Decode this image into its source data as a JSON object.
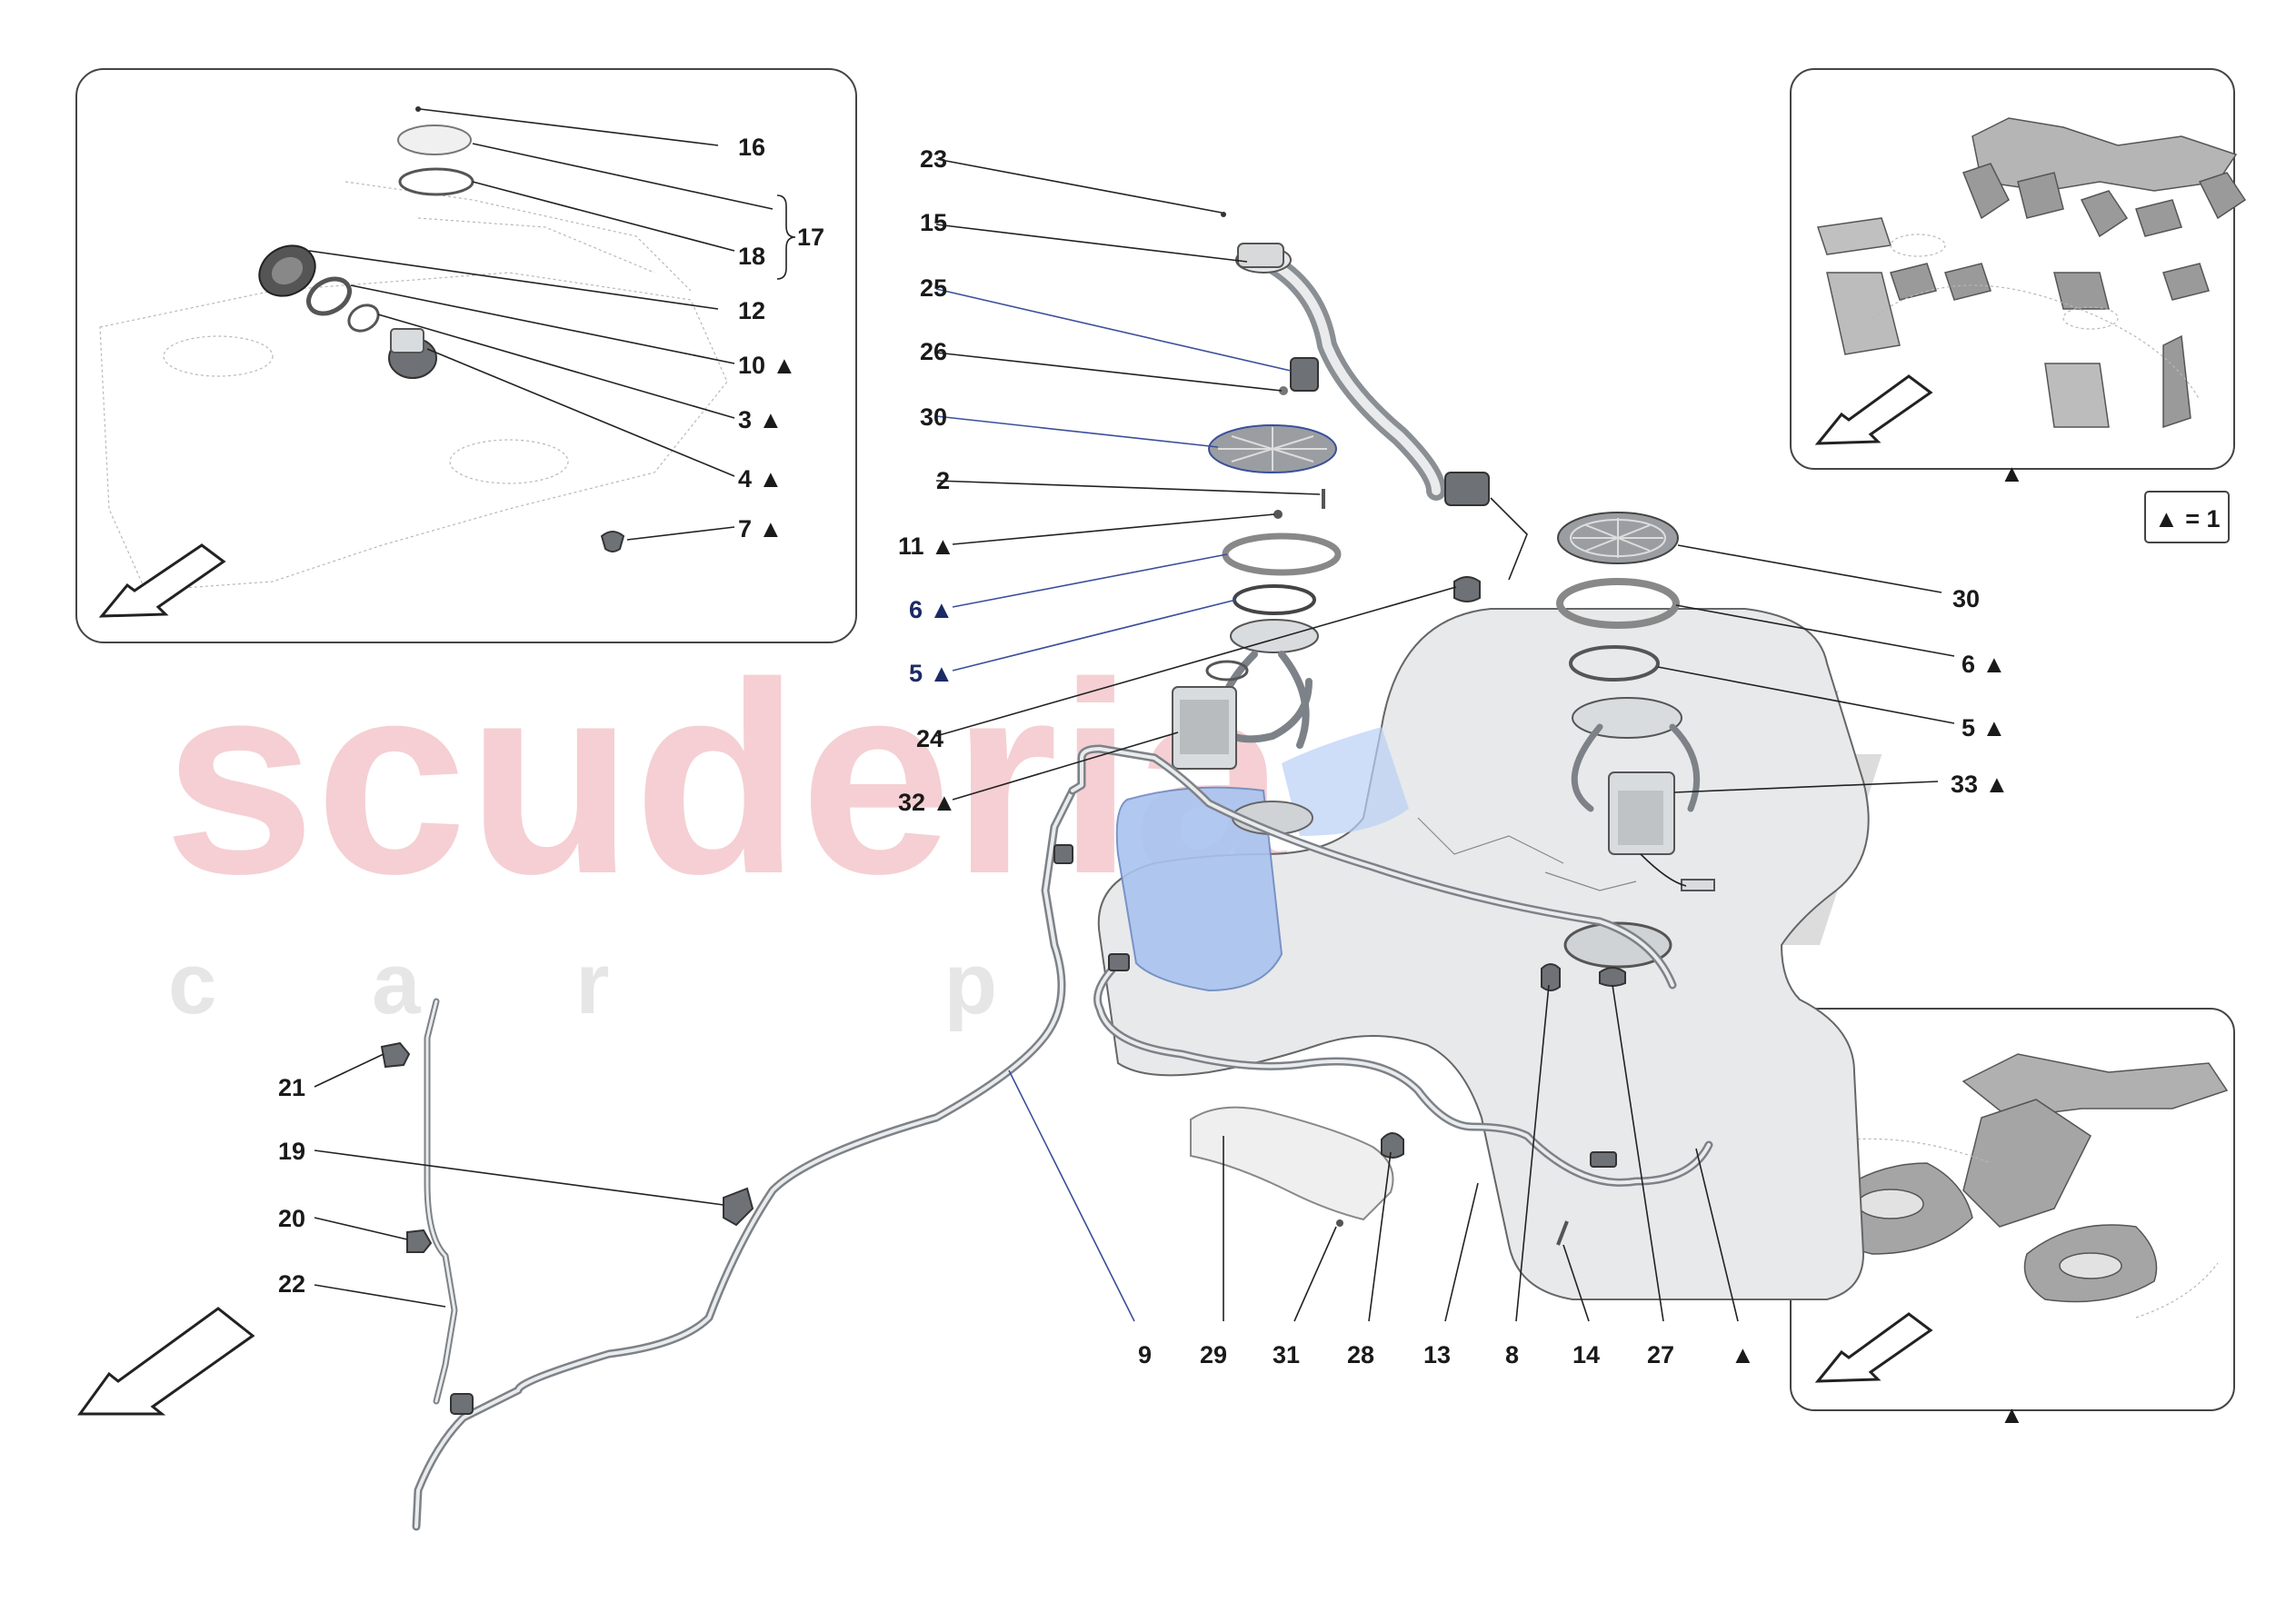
{
  "watermark": {
    "brand": "scuderia",
    "subtitle": "c a r   p a r t s"
  },
  "legend": {
    "text": "▲ = 1"
  },
  "marker": "▲",
  "callouts_left_panel": [
    "16",
    "17",
    "18",
    "12",
    "10 ▲",
    "3 ▲",
    "4 ▲",
    "7 ▲"
  ],
  "callouts_center": [
    "23",
    "15",
    "25",
    "26",
    "30",
    "2",
    "11 ▲",
    "6 ▲",
    "5 ▲",
    "24",
    "32 ▲"
  ],
  "callouts_right": [
    "30",
    "6 ▲",
    "5 ▲",
    "33 ▲"
  ],
  "callouts_lower_left": [
    "21",
    "19",
    "20",
    "22"
  ],
  "callouts_bottom": [
    "9",
    "29",
    "31",
    "28",
    "13",
    "8",
    "14",
    "27",
    "▲"
  ],
  "panel_markers": [
    "▲",
    "▲"
  ],
  "colors": {
    "watermark_red": "#f4c7cc",
    "watermark_grey": "#e9e9e9",
    "tank_blue": "#a9c4f0",
    "checker": "#c9c9c9"
  }
}
